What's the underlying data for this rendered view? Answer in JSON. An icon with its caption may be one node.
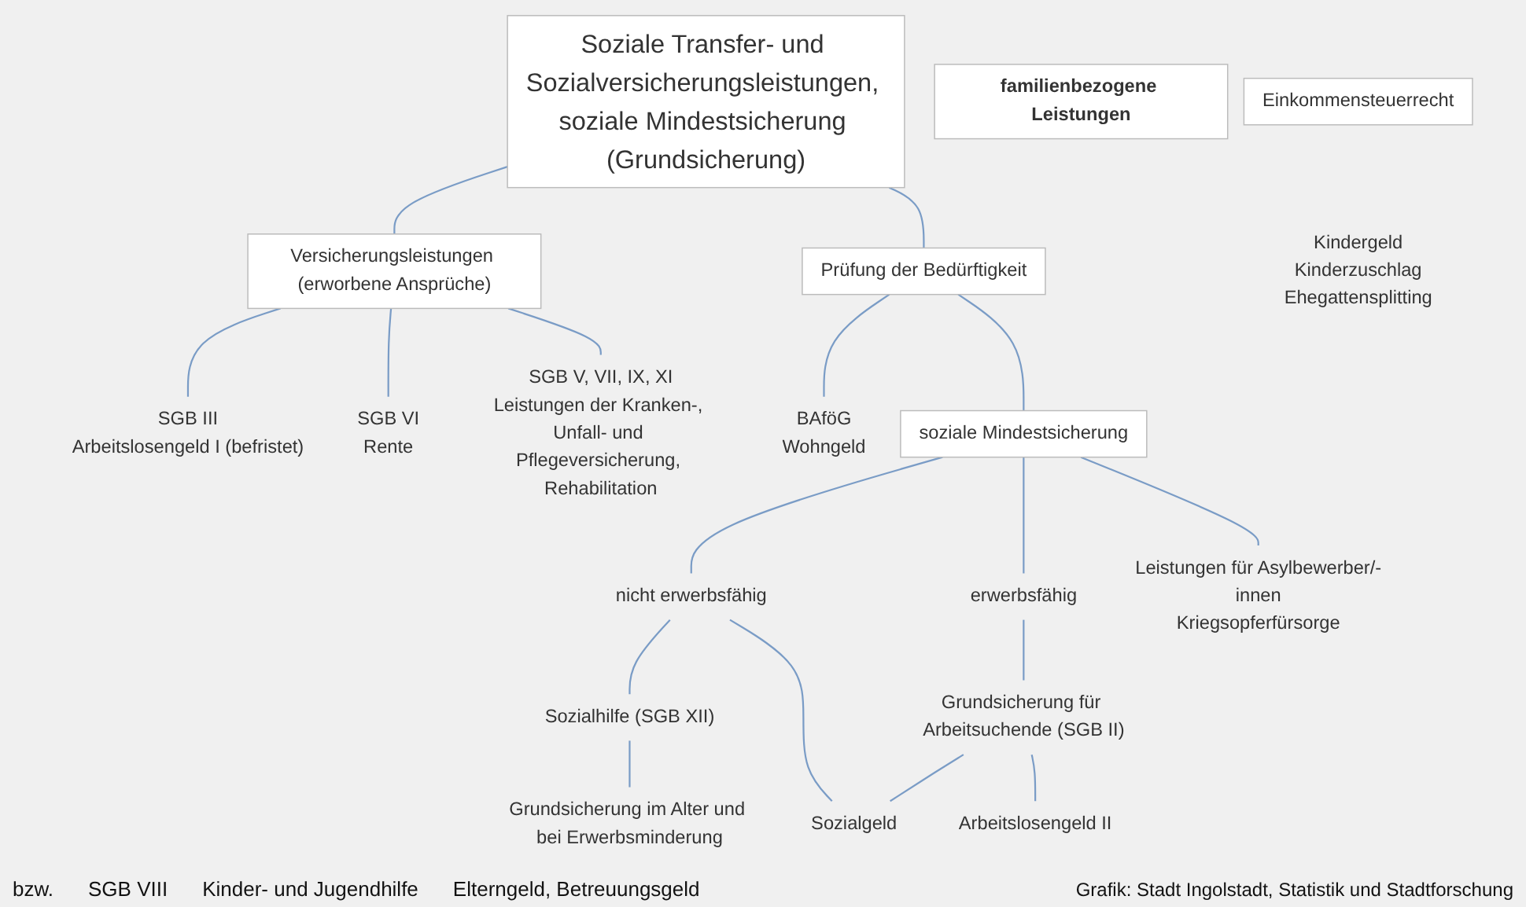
{
  "diagram": {
    "nodes": [
      {
        "text": [
          "Soziale Transfer- und Sozialversicherungsleistungen, soziale Mindestsicherung (Grundsicherung)"
        ]
      },
      {
        "text": [
          "Versicherungsleistungen (erworbene Ansprüche)"
        ]
      },
      {
        "text": [
          "Prüfung der Bedürftigkeit"
        ]
      },
      {
        "text": [
          "Arbeitslosengeld I (befristet)"
        ],
        "beside": [
          "SGB III"
        ]
      },
      {
        "text": [
          "Rente"
        ],
        "beside": [
          "SGB VI"
        ]
      },
      {
        "text": [
          "Leistungen der Kranken-, Unfall- und Pflegeversicherung, Rehabilitation"
        ],
        "beside": [
          "SGB V, VII, IX, XI"
        ]
      },
      {
        "text": [
          "BAföG",
          "Wohngeld"
        ]
      },
      {
        "text": [
          "soziale Mindestsicherung"
        ]
      },
      {
        "text": [
          "nicht erwerbsfähig"
        ]
      },
      {
        "text": [
          "erwerbsfähig"
        ]
      },
      {
        "text": [
          "Grundsicherung für Arbeitsuchende (SGB II)"
        ]
      },
      {
        "text": [
          "Sozialhilfe (SGB XII)"
        ]
      },
      {
        "text": [
          "Sozialgeld"
        ]
      },
      {
        "text": [
          "Arbeitslosengeld II"
        ]
      },
      {
        "text": [
          "Grundsicherung im Alter und bei Erwerbsminderung"
        ]
      },
      {
        "text": [
          "Leistungen für Asylbewerber/-innen",
          "Kriegsopferfürsorge"
        ]
      },
      {
        "text": [
          "familienbezogene Leistungen"
        ]
      },
      {
        "text": [
          "Einkommensteuerrecht"
        ],
        "beside": [
          "Kindergeld",
          "Kinderzuschlag",
          "Ehegattensplitting"
        ]
      }
    ],
    "edges": [
      {
        "from": 0,
        "to": 1,
        "arrow": "none"
      },
      {
        "from": 0,
        "to": 2,
        "arrow": "none"
      },
      {
        "from": 1,
        "to": 3,
        "arrow": "none"
      },
      {
        "from": 1,
        "to": 4,
        "arrow": "none"
      },
      {
        "from": 1,
        "to": 5,
        "arrow": "none"
      },
      {
        "from": 2,
        "to": 6,
        "arrow": "none"
      },
      {
        "from": 2,
        "to": 7,
        "arrow": "none"
      },
      {
        "from": 7,
        "to": 8,
        "arrow": "none"
      },
      {
        "from": 7,
        "to": 9,
        "arrow": "none"
      },
      {
        "from": 9,
        "to": 10,
        "arrow": "none"
      },
      {
        "from": 8,
        "to": 11,
        "arrow": "none"
      },
      {
        "from": 8,
        "to": 12,
        "arrow": "none"
      },
      {
        "from": 10,
        "to": 12,
        "arrow": "none"
      },
      {
        "from": 10,
        "to": 13,
        "arrow": "none"
      },
      {
        "from": 11,
        "to": 14,
        "arrow": "none"
      },
      {
        "from": 7,
        "to": 15,
        "arrow": "none"
      }
    ],
    "labels": [
      "bzw.",
      "SGB VIII",
      "Kinder- und Jugendhilfe",
      "Elterngeld, Betreuungsgeld"
    ],
    "caption": "Grafik: Stadt Ingolstadt, Statistik und Stadtforschung"
  }
}
